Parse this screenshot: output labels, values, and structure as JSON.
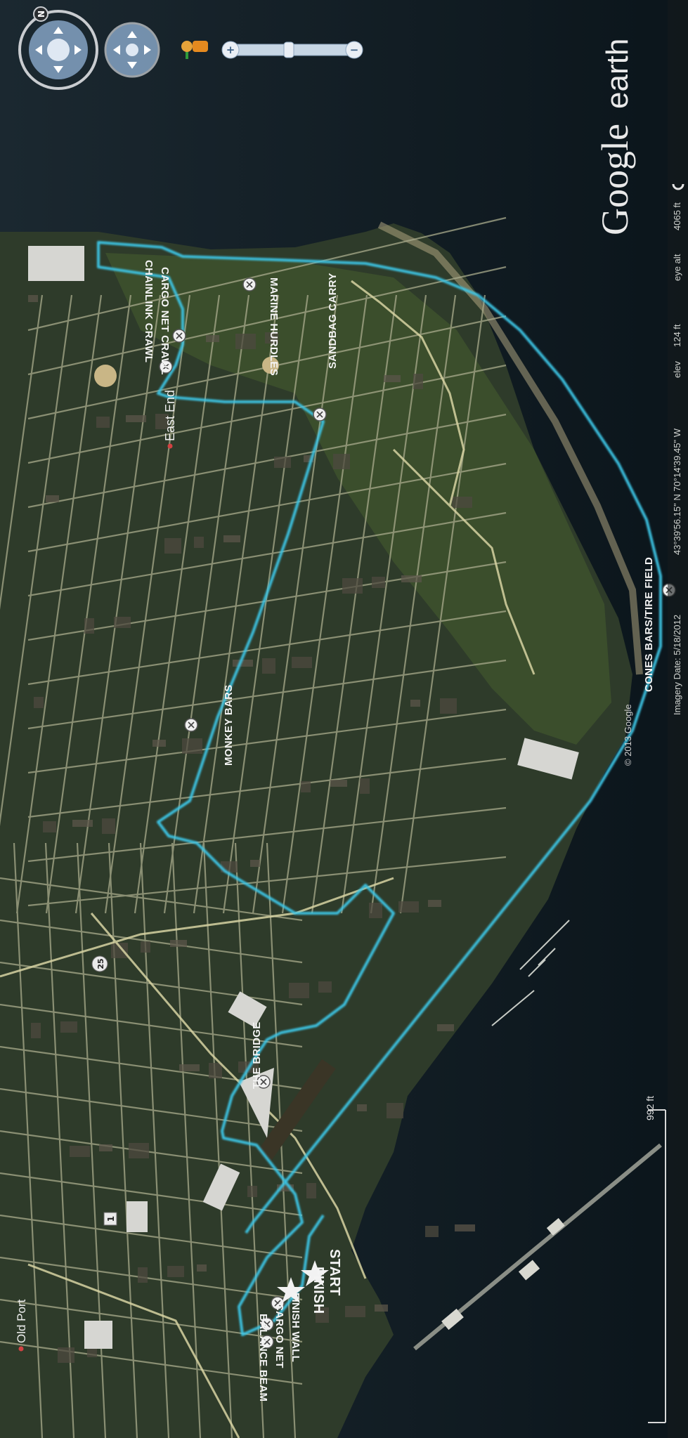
{
  "brand": {
    "google": "Google",
    "earth": "earth"
  },
  "status": {
    "imagery_date": "Imagery Date: 5/18/2012",
    "coords": "43°39'56.15\" N   70°14'39.45\" W",
    "elev_label": "elev",
    "elev_value": "124 ft",
    "eye_label": "eye alt",
    "eye_value": "4065 ft"
  },
  "copyright": "© 2013 Google",
  "scale": {
    "label": "992 ft"
  },
  "places": {
    "east_end": "East End",
    "old_port": "Old Port"
  },
  "route_labels": {
    "marine_hurdles": "MARINE HURDLES",
    "cargo_net_crawl": "CARGO NET CRAWL",
    "chainlink_crawl": "CHAINLINK CRAWL",
    "sandbag_carry": "SANDBAG CARRY",
    "monkey_bars": "MONKEY BARS",
    "cones_bars": "CONES BARS/TIRE FIELD",
    "the_bridge": "THE BRIDGE",
    "start": "START",
    "finish": "FINISH",
    "finish_wall": "FINISH WALL",
    "cargo_net": "CARGO NET",
    "balance_beam": "BALANCE BEAM"
  },
  "road_shields": {
    "route_25": "25",
    "route_1": "1"
  },
  "controls": {
    "north": "N",
    "zoom_plus": "+",
    "zoom_minus": "−"
  },
  "colors": {
    "route": "#3cc6e6",
    "water": "#0e1a22",
    "land": "#2b3a26"
  }
}
